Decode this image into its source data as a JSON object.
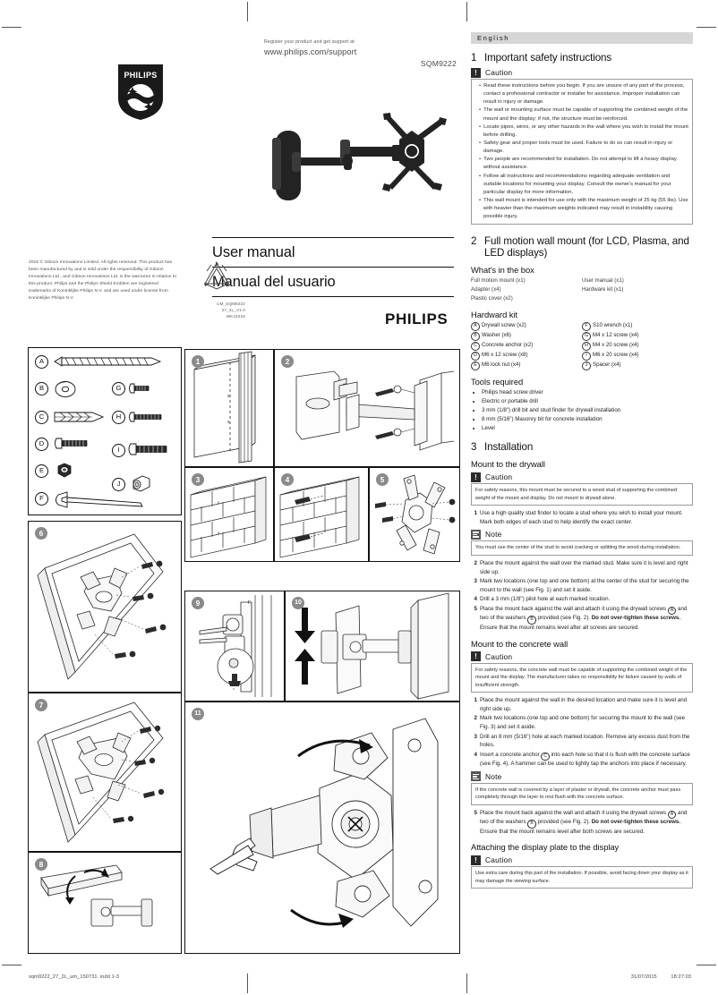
{
  "header": {
    "register_line": "Register your product and get support at",
    "url": "www.philips.com/support",
    "model": "SQM9222",
    "brand": "PHILIPS",
    "logo_text": "PHILIPS"
  },
  "titles": {
    "en": "User manual",
    "es": "Manual del usuario"
  },
  "copyright": "2015 © Gibson Innovations Limited. All rights reserved. This product has been manufactured by and is sold under the responsibility of Gibson Innovations Ltd., and Gibson Innovations Ltd. is the warrantor in relation to this product. Philips and the Philips Shield Emblem are registered trademarks of Koninklijke Philips N.V. and are used under license from Koninklijke Philips N.V.",
  "um_code": "UM_SQM9222\n27_2L_V1.0\nWK15315",
  "parts": [
    {
      "id": "A",
      "name": "drywall-screw"
    },
    {
      "id": "B",
      "name": "washer"
    },
    {
      "id": "C",
      "name": "concrete-anchor"
    },
    {
      "id": "D",
      "name": "m6-12-screw"
    },
    {
      "id": "E",
      "name": "m6-lock-nut"
    },
    {
      "id": "F",
      "name": "s10-wrench"
    },
    {
      "id": "G",
      "name": "m4-12-screw"
    },
    {
      "id": "H",
      "name": "m4-20-screw"
    },
    {
      "id": "I",
      "name": "m6-20-screw"
    },
    {
      "id": "J",
      "name": "spacer"
    }
  ],
  "figures": [
    {
      "num": "1"
    },
    {
      "num": "2"
    },
    {
      "num": "3"
    },
    {
      "num": "4"
    },
    {
      "num": "5"
    },
    {
      "num": "6"
    },
    {
      "num": "7"
    },
    {
      "num": "8"
    },
    {
      "num": "9"
    },
    {
      "num": "10"
    },
    {
      "num": "11"
    }
  ],
  "right": {
    "language": "English",
    "section1": {
      "num": "1",
      "title": "Important safety instructions",
      "caution_label": "Caution",
      "bullets": [
        "Read these instructions before you begin. If you are unsure of any part of the process, contact a professional contractor or installer for assistance. Improper installation can result in injury or damage.",
        "The wall or mounting surface must be capable of supporting the combined weight of the mount and the display; if not, the structure must be reinforced.",
        "Locate pipes, wires, or any other hazards in the wall where you wish to install the mount before drilling.",
        "Safety gear and proper tools must be used. Failure to do so can result in injury or damage.",
        "Two people are recommended for installation. Do not attempt to lift a heavy display without assistance.",
        "Follow all instructions and recommendations regarding adequate ventilation and suitable locations for mounting your display. Consult the owner's manual for your particular display for more information.",
        "This wall mount is intended for use only with the maximum weight of 25 kg (55 lbs). Use with heavier than the maximum weights indicated may result in instability causing possible injury."
      ]
    },
    "section2": {
      "num": "2",
      "title": "Full motion wall mount (for LCD, Plasma, and LED displays)",
      "box_heading": "What's in the box",
      "box_left": [
        "Full motion mount (x1)",
        "Adapter (x4)",
        "Plastic cover (x2)"
      ],
      "box_right": [
        "User manual (x1)",
        "Hardware kit (x1)"
      ],
      "kit_heading": "Hardward kit",
      "kit_left": [
        {
          "id": "A",
          "text": "Drywall screw (x2)"
        },
        {
          "id": "B",
          "text": "Washer (x6)"
        },
        {
          "id": "C",
          "text": "Concrete anchor (x2)"
        },
        {
          "id": "D",
          "text": "M6 x 12 screw (x8)"
        },
        {
          "id": "E",
          "text": "M6 lock nut (x4)"
        }
      ],
      "kit_right": [
        {
          "id": "F",
          "text": "S10 wrench (x1)"
        },
        {
          "id": "G",
          "text": "M4 x 12 screw (x4)"
        },
        {
          "id": "H",
          "text": "M4 x 20 screw (x4)"
        },
        {
          "id": "I",
          "text": "M6 x 20 screw (x4)"
        },
        {
          "id": "J",
          "text": "Spacer (x4)"
        }
      ],
      "tools_heading": "Tools required",
      "tools": [
        "Philips head screw driver",
        "Electric or portable drill",
        "3 mm (1/8\") drill bit and stud finder for drywall installation",
        "8 mm (5/16\") Masonry bit for concrete installation",
        "Level"
      ]
    },
    "section3": {
      "num": "3",
      "title": "Installation",
      "drywall": {
        "heading": "Mount to the drywall",
        "caution_label": "Caution",
        "caution_text": "For safety reasons, this mount must be secured to a wood stud of supporting the combined weight of the mount and display. Do not mount to drywall alone.",
        "step1": "Use a high quality stud finder to locate a stud where you wish to install your mount. Mark both edges of each stud to help identify the exact center.",
        "note_label": "Note",
        "note_text": "You must use the center of the stud to avoid cracking or splitting the wood during installation.",
        "steps": [
          {
            "n": "2",
            "t": "Place the mount against the wall over the marked stud. Make sure it is level and right side up."
          },
          {
            "n": "3",
            "t": "Mark two locations (one top and one bottom) at the center of the stud for securing the mount to the wall (see Fig. 1) and set it aside."
          },
          {
            "n": "4",
            "t": "Drill a 3 mm (1/8\") pilot hole at each marked location."
          }
        ],
        "step5_a": "Place the mount back against the wall and attach it using the drywall screws ",
        "step5_idA": "A",
        "step5_b": " and two of the washers ",
        "step5_idB": "B",
        "step5_c": " provided (see Fig. 2). ",
        "step5_bold": "Do not over-tighten these screws.",
        "step5_d": " Ensure that the mount remains level after all screws are secured."
      },
      "concrete": {
        "heading": "Mount to the concrete wall",
        "caution_label": "Caution",
        "caution_text": "For safety reasons, the concrete wall must be capable of supporting the combined weight of the mount and the display. The manufacturer takes no responsibility for failure caused by walls of insufficient strength.",
        "steps": [
          {
            "n": "1",
            "t": "Place the mount against the wall in the desired location and make sure it is level and right side up."
          },
          {
            "n": "2",
            "t": "Mark two locations (one top and one bottom) for securing the mount to the wall (see Fig. 3) and set it aside."
          },
          {
            "n": "3",
            "t": "Drill an 8 mm (5/16\") hole at each marked location. Remove any excess dust from the holes."
          }
        ],
        "step4_a": "Insert a concrete anchor ",
        "step4_idC": "C",
        "step4_b": " into each hole so that it is flush with the concrete surface (see Fig. 4). A hammer can be used to lightly tap the anchors into place if necessary.",
        "note_label": "Note",
        "note_text": "If the concrete wall is covered by a layer of plaster or drywall, the concrete anchor must pass completely through the layer to rest flush with the concrete surface.",
        "step5_a": "Place the mount back against the wall and attach it using the drywall screws ",
        "step5_idA": "A",
        "step5_b": " and two of the washers ",
        "step5_idB": "B",
        "step5_c": " provided (see Fig. 2). ",
        "step5_bold": "Do not over-tighten these screws.",
        "step5_d": " Ensure that the mount remains level after both screws are secured."
      },
      "display_plate": {
        "heading": "Attaching the display plate to the display",
        "caution_label": "Caution",
        "caution_text": "Use extra care during this part of the installation. If possible, avoid facing down your display as it may damage the viewing surface."
      }
    }
  },
  "footer": {
    "file": "sqm9222_27_2L_um_150731. indd    1-3",
    "date": "31/07/2015",
    "time": "18:27:03"
  }
}
